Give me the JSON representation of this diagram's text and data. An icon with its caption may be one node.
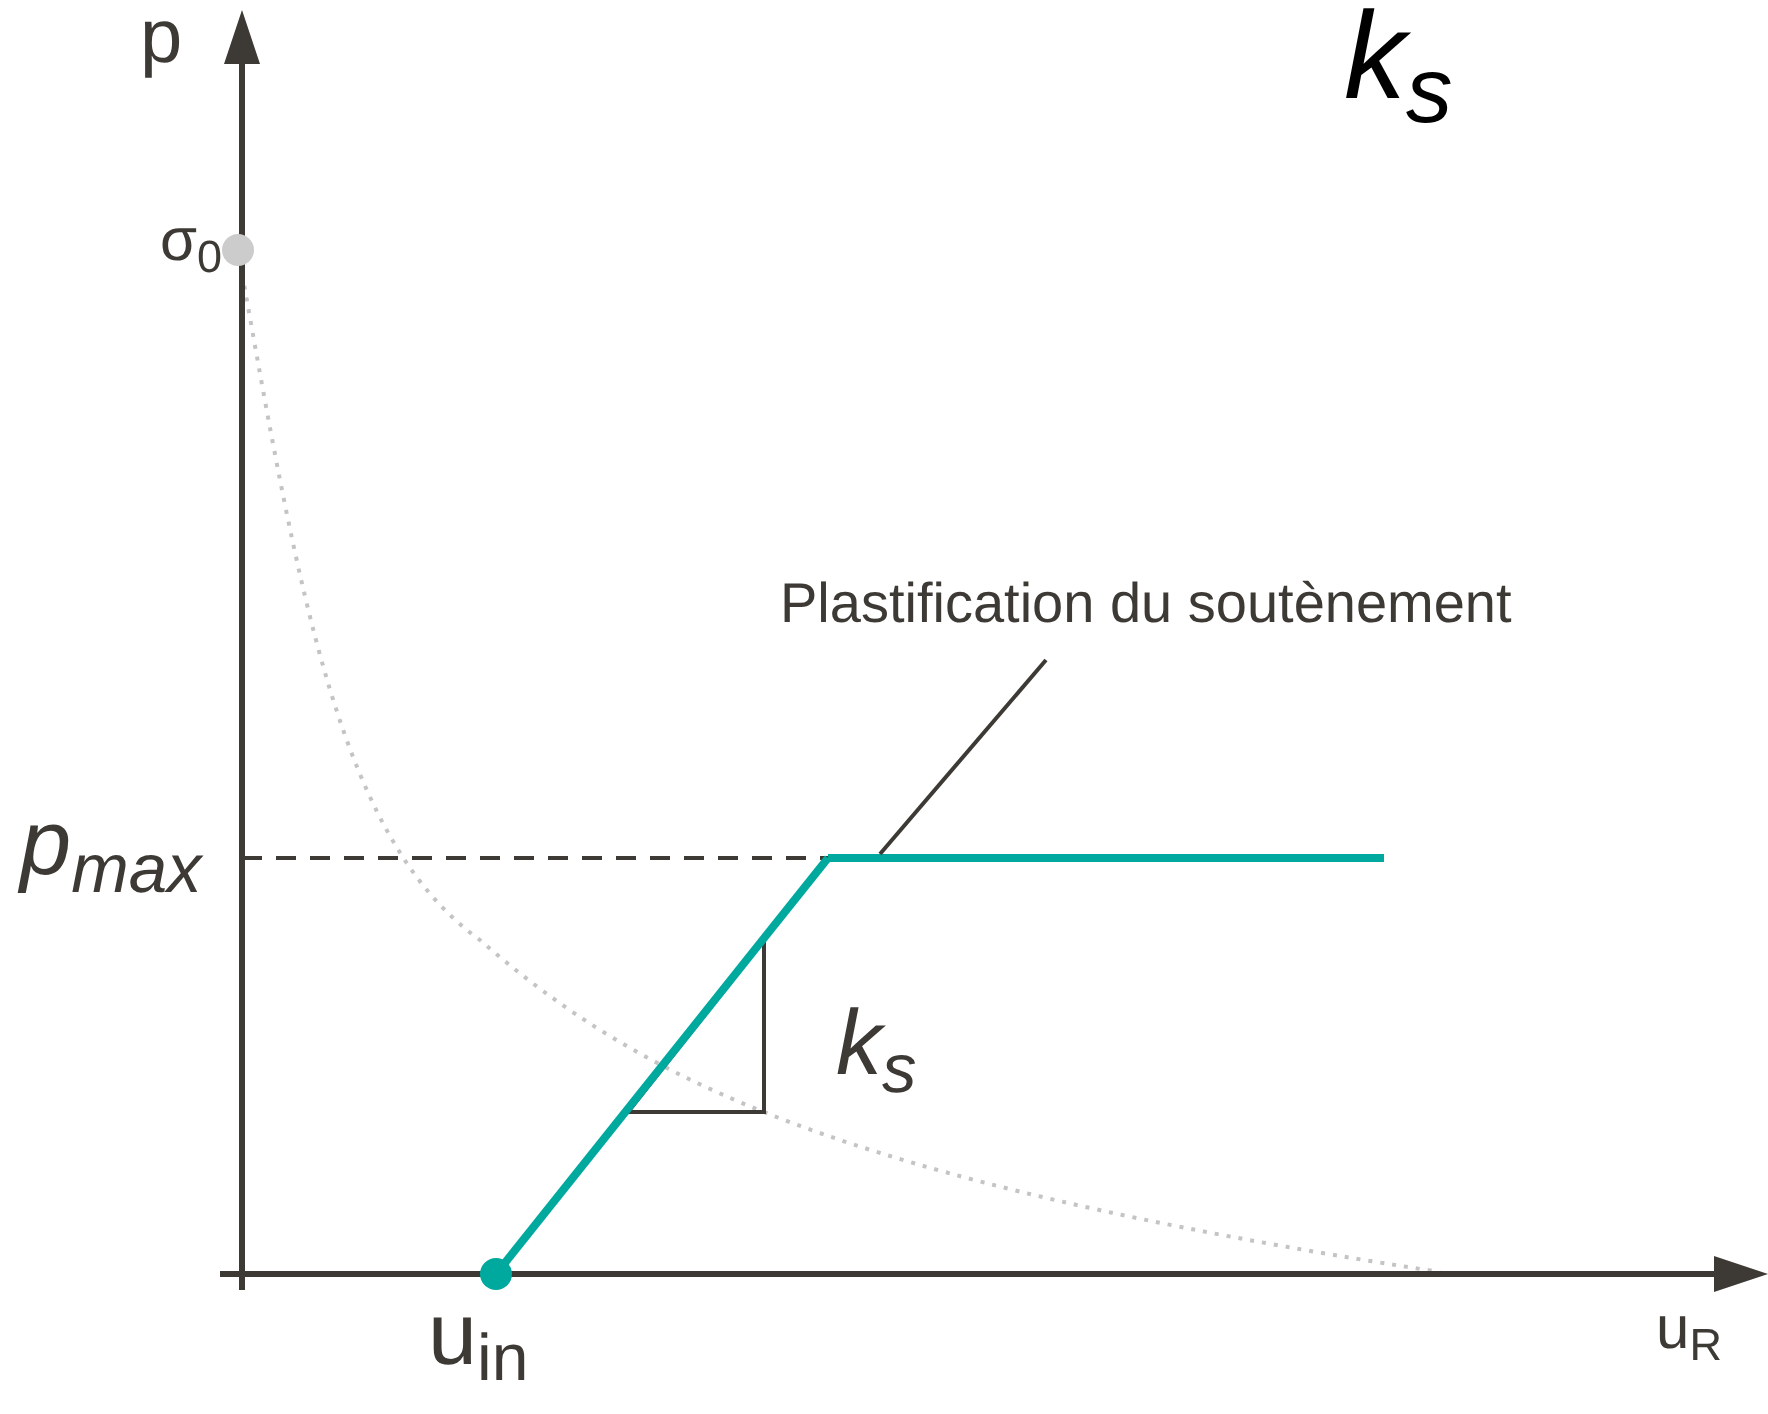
{
  "diagram": {
    "nodes": [
      {
        "text": [
          "Plastification du soutènement"
        ]
      },
      {
        "text": [],
        "shape": "line"
      }
    ],
    "edges": [
      {
        "from": 0,
        "to": 1,
        "arrow": "none"
      }
    ],
    "labels": [
      "p",
      "σ$_{0}$",
      "k$_{s}$",
      "p$_{max}$",
      "k$_{s}$",
      "u$_{in}$",
      "u$_{R}$"
    ]
  }
}
